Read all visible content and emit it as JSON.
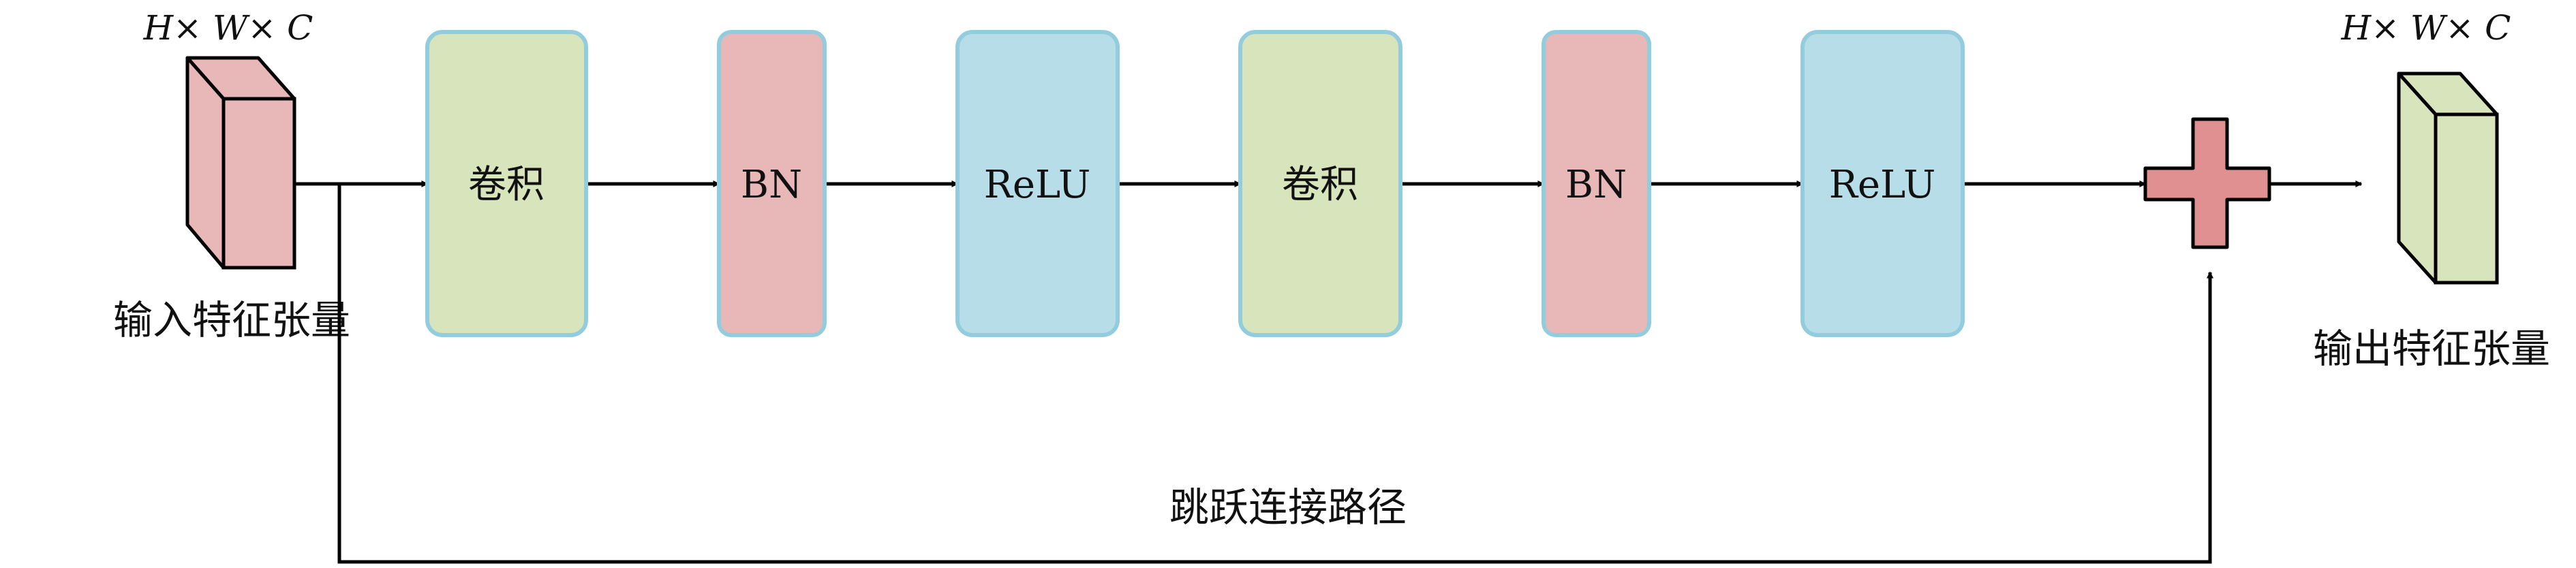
{
  "input": {
    "dims": "H× W× C",
    "caption": "输入特征张量",
    "face_color": "#e8b8b8"
  },
  "output": {
    "dims": "H× W× C",
    "caption": "输出特征张量",
    "face_color": "#d8e4bc"
  },
  "blocks": [
    {
      "id": "conv1",
      "label": "卷积",
      "kind": "conv"
    },
    {
      "id": "bn1",
      "label": "BN",
      "kind": "bn"
    },
    {
      "id": "relu1",
      "label": "ReLU",
      "kind": "relu"
    },
    {
      "id": "conv2",
      "label": "卷积",
      "kind": "conv"
    },
    {
      "id": "bn2",
      "label": "BN",
      "kind": "bn"
    },
    {
      "id": "relu2",
      "label": "ReLU",
      "kind": "relu"
    }
  ],
  "colors": {
    "conv_fill": "#d8e4bc",
    "bn_fill": "#e8b8b8",
    "relu_fill": "#b7dde8",
    "block_border": "#93cddd",
    "add_fill": "#e09090",
    "line": "#000000"
  },
  "skip": {
    "label": "跳跃连接路径"
  }
}
